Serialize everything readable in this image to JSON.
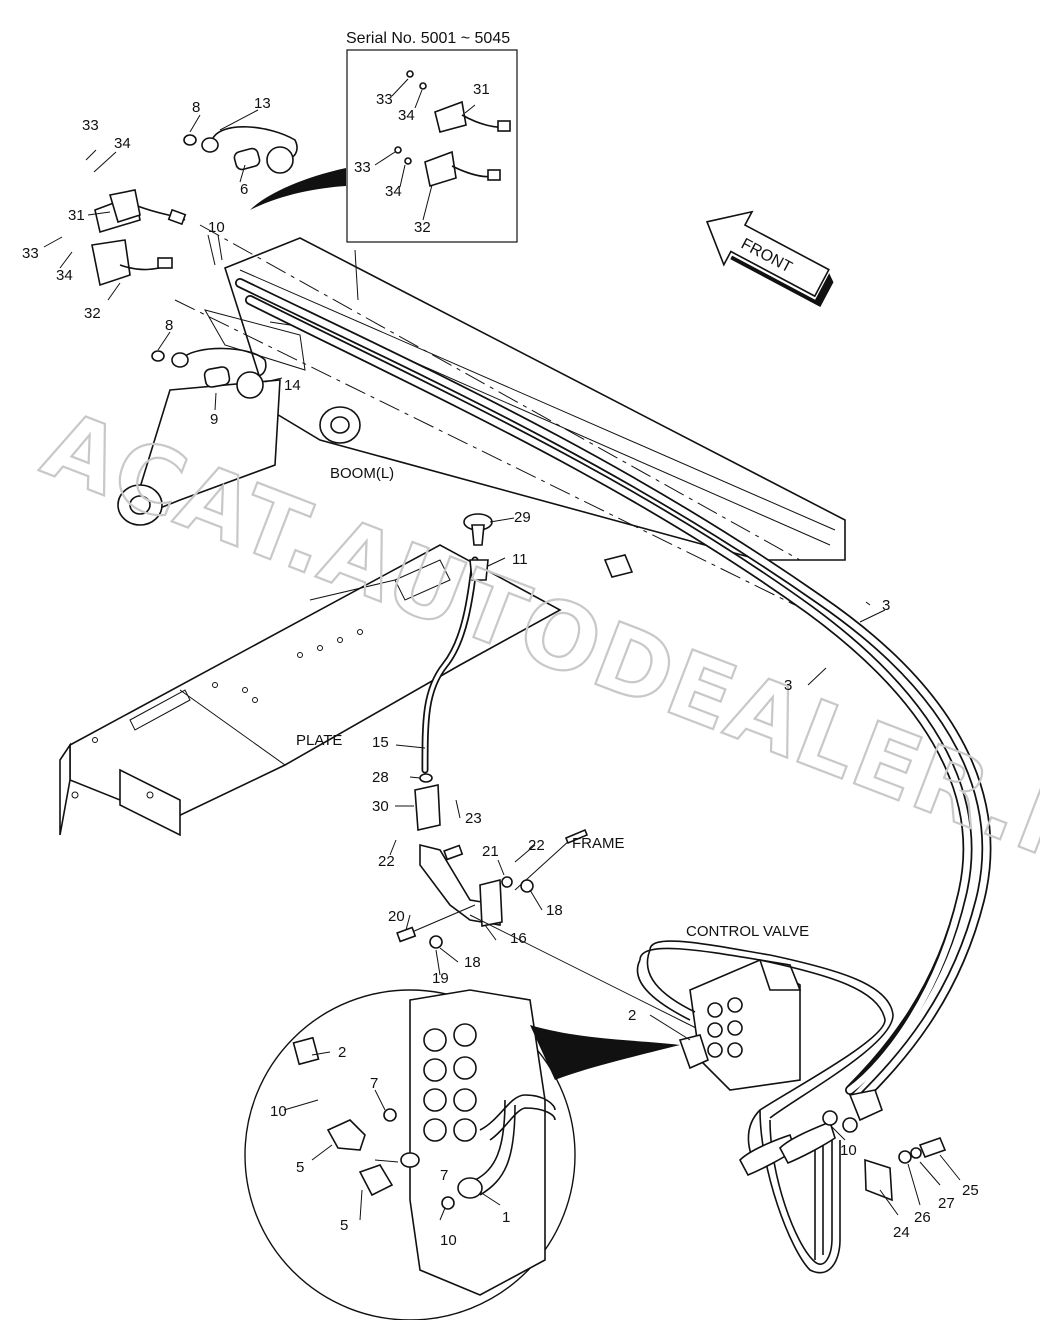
{
  "diagram": {
    "inset_title": "Serial No. 5001 ~ 5045",
    "front_arrow_label": "FRONT",
    "labels": {
      "boom": "BOOM(L)",
      "plate": "PLATE",
      "frame": "FRAME",
      "control_valve": "CONTROL VALVE"
    },
    "watermark": "ACAT.AUTODEALER.RU",
    "callouts": {
      "p1": "1",
      "p2a": "2",
      "p2b": "2",
      "p3a": "3",
      "p3b": "3",
      "p5a": "5",
      "p5b": "5",
      "p6": "6",
      "p7a": "7",
      "p7b": "7",
      "p8a": "8",
      "p8b": "8",
      "p9": "9",
      "p10a": "10",
      "p10b": "10",
      "p10c": "10",
      "p10d": "10",
      "p11": "11",
      "p13": "13",
      "p14": "14",
      "p15": "15",
      "p16": "16",
      "p18a": "18",
      "p18b": "18",
      "p19": "19",
      "p20": "20",
      "p21": "21",
      "p22a": "22",
      "p22b": "22",
      "p23": "23",
      "p24": "24",
      "p25": "25",
      "p26": "26",
      "p27": "27",
      "p28": "28",
      "p29": "29",
      "p30": "30",
      "p31a": "31",
      "p31b": "31",
      "p32a": "32",
      "p32b": "32",
      "p33a": "33",
      "p33b": "33",
      "p33c": "33",
      "p33d": "33",
      "p34a": "34",
      "p34b": "34",
      "p34c": "34",
      "p34d": "34"
    }
  }
}
